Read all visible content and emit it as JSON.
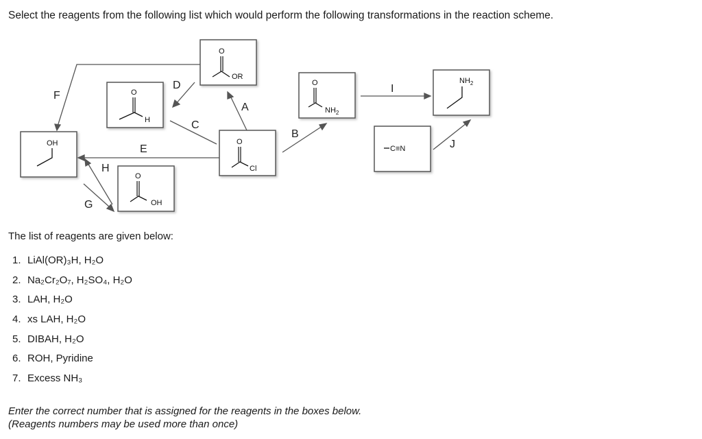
{
  "question": {
    "prompt": "Select the reagents from the following list which would perform the following transformations in the reaction scheme."
  },
  "scheme": {
    "molecules": {
      "ester": {
        "labels": [
          "O",
          "OR"
        ]
      },
      "aldehyde": {
        "labels": [
          "O",
          "H"
        ]
      },
      "amide": {
        "labels": [
          "O",
          "NH",
          "2"
        ]
      },
      "amine": {
        "labels": [
          "NH",
          "2"
        ]
      },
      "alcohol": {
        "labels": [
          "OH"
        ]
      },
      "acid_chloride": {
        "labels": [
          "O",
          "Cl"
        ]
      },
      "nitrile": {
        "labels": [
          "C≡N"
        ]
      },
      "carboxylic_acid": {
        "labels": [
          "O",
          "OH"
        ]
      }
    },
    "reaction_labels": [
      "A",
      "B",
      "C",
      "D",
      "E",
      "F",
      "G",
      "H",
      "I",
      "J"
    ]
  },
  "reagents_intro": "The list of reagents are given below:",
  "reagents": [
    {
      "number": "1.",
      "text": "LiAl(OR)₃H, H₂O"
    },
    {
      "number": "2.",
      "text": "Na₂Cr₂O₇, H₂SO₄, H₂O"
    },
    {
      "number": "3.",
      "text": "LAH, H₂O"
    },
    {
      "number": "4.",
      "text": "xs LAH, H₂O"
    },
    {
      "number": "5.",
      "text": "DIBAH, H₂O"
    },
    {
      "number": "6.",
      "text": "ROH, Pyridine"
    },
    {
      "number": "7.",
      "text": "Excess NH₃"
    }
  ],
  "instructions": {
    "line1": "Enter the correct number that is assigned for the reagents in the boxes below.",
    "line2": "(Reagents numbers may be used more than once)"
  }
}
